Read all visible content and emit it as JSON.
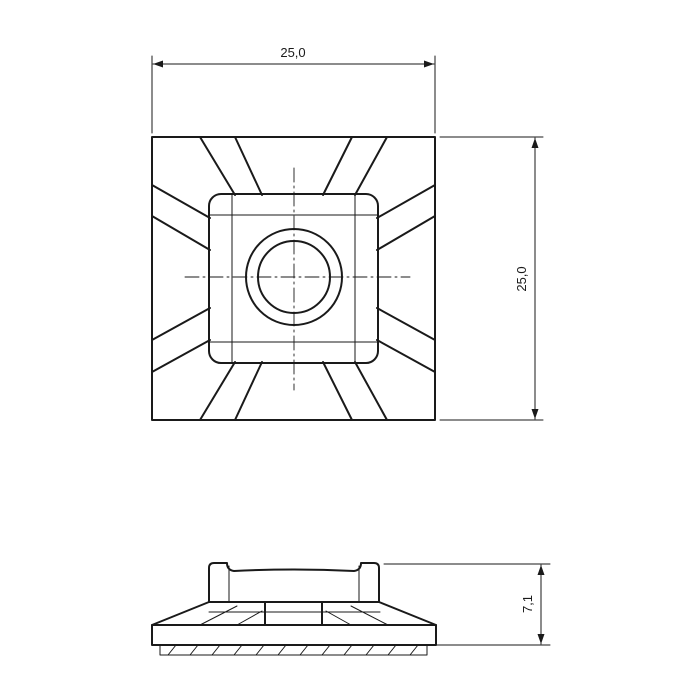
{
  "top_view": {
    "width_dimension": "25,0",
    "height_dimension": "25,0"
  },
  "side_view": {
    "height_dimension": "7,1"
  },
  "colors": {
    "line": "#1a1a1a",
    "background": "#ffffff"
  }
}
